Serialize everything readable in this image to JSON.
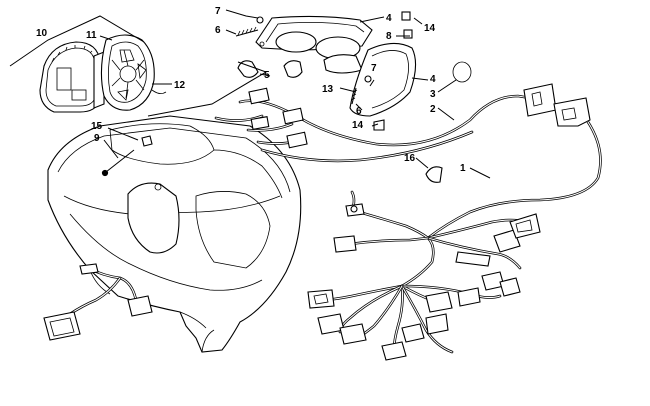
{
  "callouts": {
    "c1": "1",
    "c2": "2",
    "c3": "3",
    "c4a": "4",
    "c4b": "4",
    "c5": "5",
    "c6a": "6",
    "c6b": "6",
    "c7a": "7",
    "c7b": "7",
    "c8": "8",
    "c9": "9",
    "c10": "10",
    "c11": "11",
    "c12": "12",
    "c13": "13",
    "c14a": "14",
    "c14b": "14",
    "c15": "15",
    "c16": "16"
  }
}
